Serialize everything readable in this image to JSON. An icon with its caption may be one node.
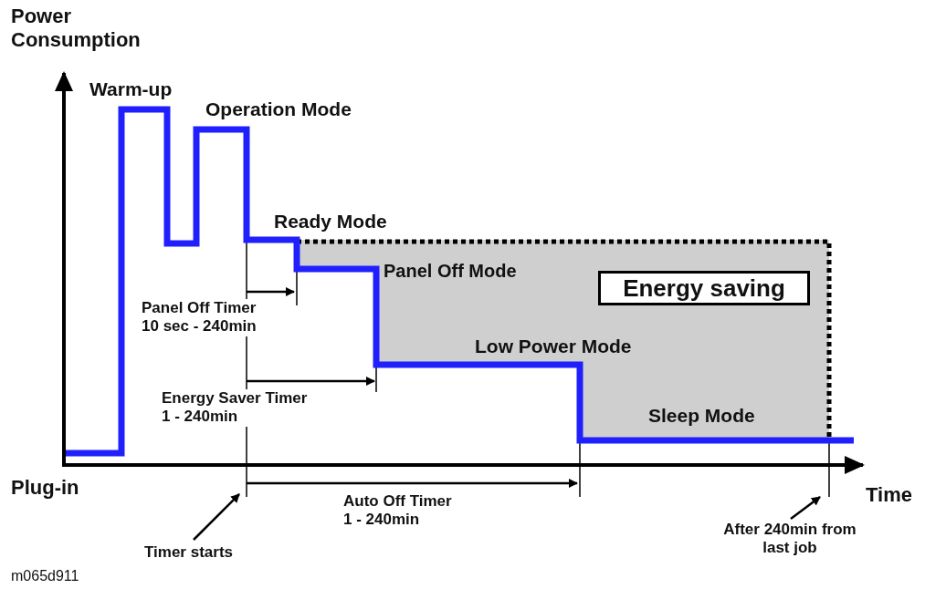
{
  "diagram": {
    "nodes": [
      {
        "text": [
          "Energy saving"
        ]
      },
      {
        "text": [
          "Timer starts"
        ]
      },
      {
        "text": [
          "After 240min from last job"
        ]
      }
    ],
    "edges": [
      {
        "from": 1,
        "to": null,
        "arrow": "to"
      },
      {
        "from": 2,
        "to": null,
        "arrow": "to"
      }
    ],
    "labels": [
      "Power Consumption",
      "Warm-up",
      "Operation Mode",
      "Ready Mode",
      "Panel Off Mode",
      "Panel Off Timer 10 sec - 240min",
      "Low Power Mode",
      "Energy Saver Timer 1 - 240min",
      "Sleep Mode",
      "Plug-in",
      "Time",
      "Auto Off Timer 1 - 240min",
      "m065d911"
    ]
  }
}
